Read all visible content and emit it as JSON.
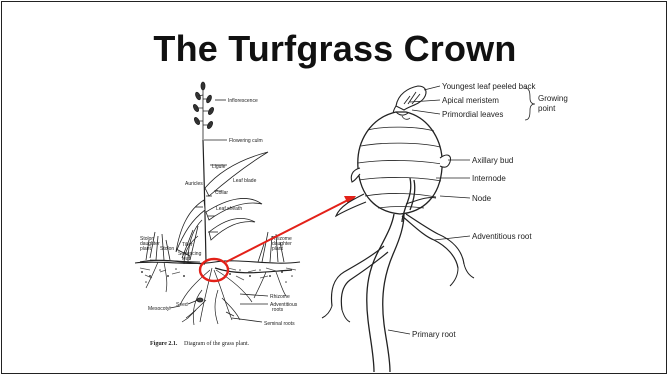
{
  "slide": {
    "title": "The Turfgrass Crown"
  },
  "grass_plant": {
    "labels": {
      "inflorescence": "Inflorescence",
      "flowering_culm": "Flowering culm",
      "ligule": "Ligule",
      "leaf_blade": "Leaf blade",
      "auricles": "Auricles",
      "collar": "Collar",
      "leaf_sheath": "Leaf sheath",
      "stolon_daughter_1": "Stolon",
      "stolon_daughter_2": "daughter",
      "stolon_daughter_3": "plant",
      "stolon": "Stolon",
      "tiller": "Tiller",
      "senescing_1": "Senescing",
      "senescing_2": "leaf",
      "rhizome_daughter_1": "Rhizome",
      "rhizome_daughter_2": "daughter",
      "rhizome_daughter_3": "plant",
      "rhizome": "Rhizome",
      "adventitious_1": "Adventitious",
      "adventitious_2": "roots",
      "mesocotyl": "Mesocotyl",
      "seed": "Seed",
      "seminal_roots": "Seminal roots"
    },
    "caption_bold": "Figure 2.1.",
    "caption_text": "Diagram of the grass plant."
  },
  "crown": {
    "labels": {
      "youngest_leaf": "Youngest leaf peeled back",
      "apical_meristem": "Apical meristem",
      "primordial_leaves": "Primordial leaves",
      "growing_1": "Growing",
      "growing_2": "point",
      "axillary_bud": "Axillary bud",
      "internode": "Internode",
      "node": "Node",
      "adventitious_root": "Adventitious root",
      "primary_root": "Primary root"
    }
  },
  "colors": {
    "highlight": "#e32119",
    "ink": "#222222"
  }
}
